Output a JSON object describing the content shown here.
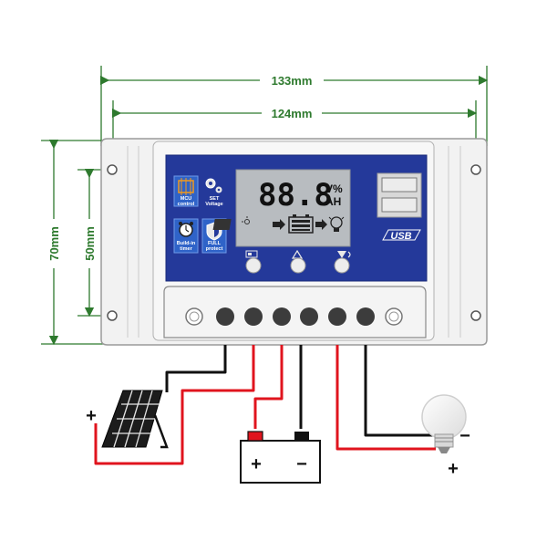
{
  "dimensions": {
    "overall_width": "133mm",
    "hole_spacing_width": "124mm",
    "overall_height": "70mm",
    "hole_spacing_height": "50mm"
  },
  "display": {
    "digits": "88.8",
    "unit_top": "V%",
    "unit_bottom": "AH"
  },
  "panel_icons": [
    {
      "label_line1": "MCU",
      "label_line2": "control",
      "icon": "chip-icon"
    },
    {
      "label_line1": "SET",
      "label_line2": "Voltage",
      "icon": "gears-icon"
    },
    {
      "label_line1": "Build-in",
      "label_line2": "timer",
      "icon": "clock-icon"
    },
    {
      "label_line1": "FULL",
      "label_line2": "protect",
      "icon": "shield-icon"
    }
  ],
  "usb_label": "USB",
  "buttons": [
    "menu-button",
    "up-button",
    "down-button"
  ],
  "terminals": {
    "count": 6,
    "groups": [
      "solar-panel",
      "battery",
      "load"
    ]
  },
  "polarity": {
    "solar_plus": "+",
    "battery_plus": "+",
    "battery_minus": "−",
    "load_minus": "−",
    "load_plus": "+"
  },
  "colors": {
    "dimension": "#2e7a2e",
    "panel_blue": "#24399a",
    "lcd": "#b8bcc0",
    "wire_red": "#e0141e",
    "wire_black": "#111111",
    "casing": "#f2f2f2"
  }
}
